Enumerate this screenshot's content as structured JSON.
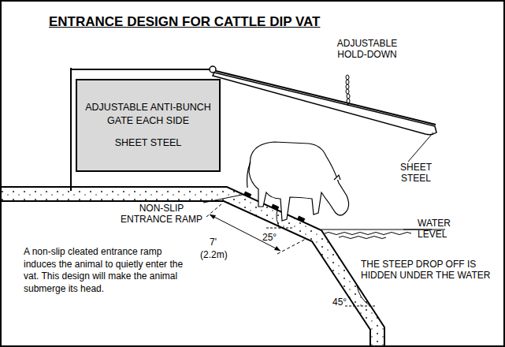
{
  "diagram": {
    "title": "ENTRANCE DESIGN FOR CATTLE DIP VAT",
    "nodes": [
      {
        "text": [
          "ADJUSTABLE ANTI-BUNCH GATE EACH SIDE",
          "SHEET STEEL"
        ]
      }
    ],
    "labels": [
      "ADJUSTABLE HOLD-DOWN",
      "SHEET STEEL",
      "NON-SLIP ENTRANCE RAMP",
      "25°",
      "7'",
      "(2.2m)",
      "WATER LEVEL",
      "THE STEEP DROP OFF IS HIDDEN UNDER THE WATER",
      "45°",
      "A non-slip cleated entrance ramp induces the animal to quietly enter the vat. This design will make the animal submerge its head."
    ]
  }
}
